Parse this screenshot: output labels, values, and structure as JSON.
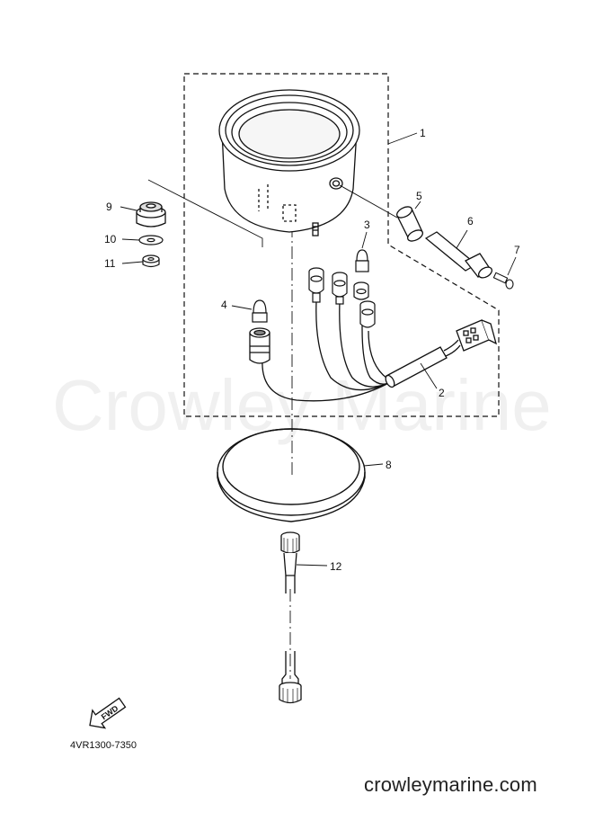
{
  "watermark": "Crowley Marine",
  "site_url": "crowleymarine.com",
  "diagram_code": "4VR1300-7350",
  "fwd_label": "FWD",
  "callouts": {
    "c1": "1",
    "c2": "2",
    "c3": "3",
    "c4": "4",
    "c5": "5",
    "c6": "6",
    "c7": "7",
    "c8": "8",
    "c9": "9",
    "c10": "10",
    "c11": "11",
    "c12": "12"
  }
}
